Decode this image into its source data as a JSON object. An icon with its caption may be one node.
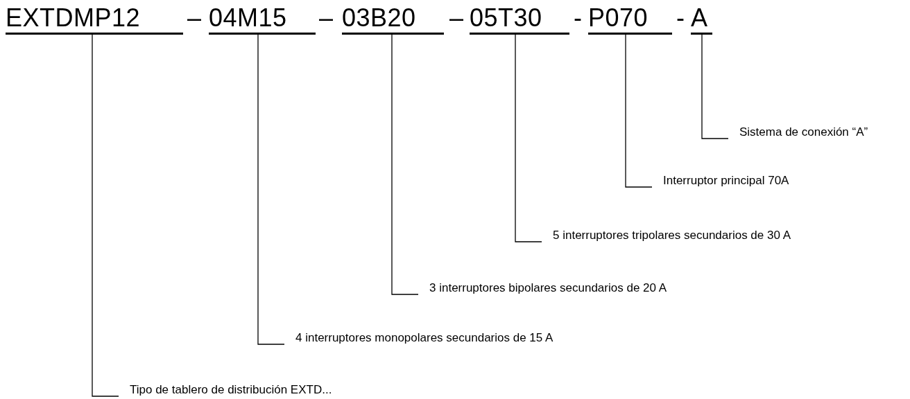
{
  "diagram": {
    "nodes": [
      {
        "text": [
          "EXTDMP12"
        ]
      },
      {
        "text": [
          "04M15"
        ]
      },
      {
        "text": [
          "03B20"
        ]
      },
      {
        "text": [
          "05T30"
        ]
      },
      {
        "text": [
          "P070"
        ]
      },
      {
        "text": [
          "A"
        ]
      },
      {
        "text": [
          "Sistema de conexión “A”"
        ]
      },
      {
        "text": [
          "Interruptor principal 70A"
        ]
      },
      {
        "text": [
          "5 interruptores tripolares secundarios de 30 A"
        ]
      },
      {
        "text": [
          "3 interruptores bipolares secundarios de 20 A"
        ]
      },
      {
        "text": [
          "4 interruptores monopolares secundarios de 15 A"
        ]
      },
      {
        "text": [
          "Tipo de tablero de distribución EXTD..."
        ]
      }
    ],
    "edges": [
      {
        "from": 5,
        "to": 6,
        "arrow": "none"
      },
      {
        "from": 4,
        "to": 7,
        "arrow": "none"
      },
      {
        "from": 3,
        "to": 8,
        "arrow": "none"
      },
      {
        "from": 2,
        "to": 9,
        "arrow": "none"
      },
      {
        "from": 1,
        "to": 10,
        "arrow": "none"
      },
      {
        "from": 0,
        "to": 11,
        "arrow": "none"
      }
    ],
    "labels": [
      "–",
      "–",
      "–",
      "-",
      "-"
    ]
  }
}
